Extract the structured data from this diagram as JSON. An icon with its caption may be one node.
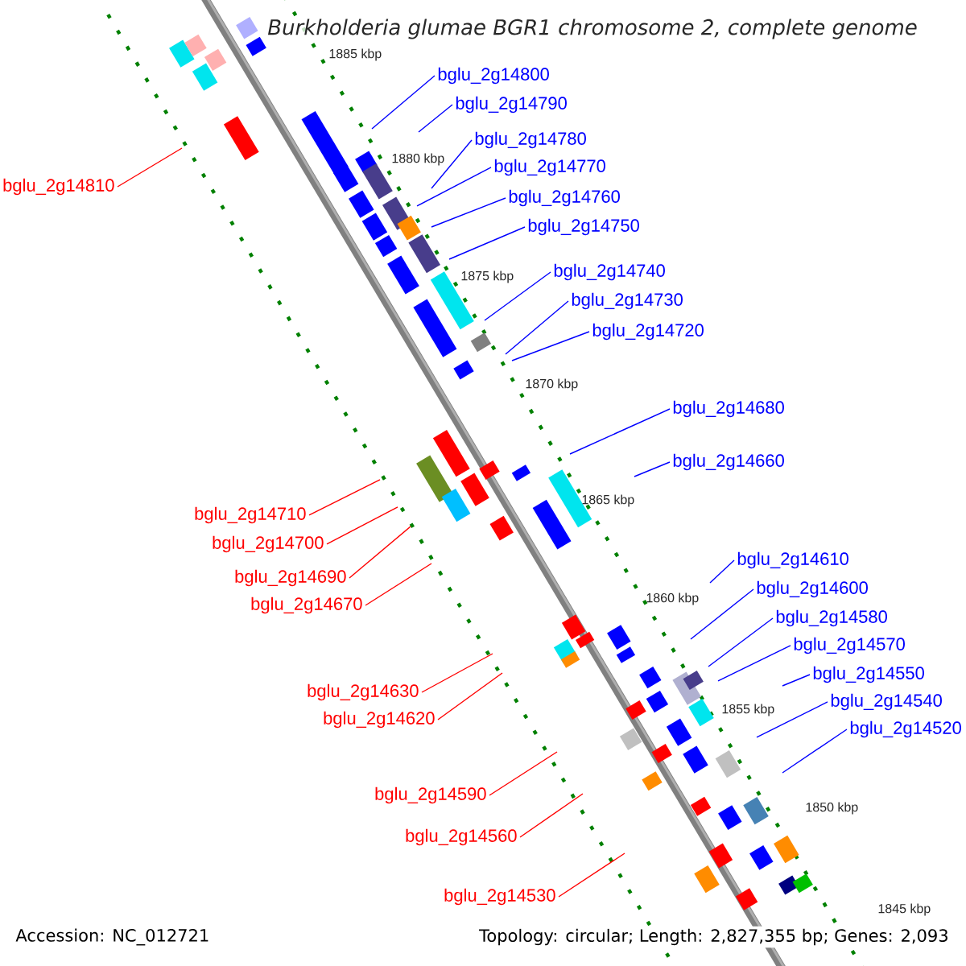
{
  "diagram": {
    "title": "Burkholderia glumae BGR1 chromosome 2, complete genome",
    "nodes": [
      {
        "text": [
          "bglu_2g14800"
        ]
      },
      {
        "text": [
          "bglu_2g14790"
        ]
      },
      {
        "text": [
          "bglu_2g14780"
        ]
      },
      {
        "text": [
          "bglu_2g14770"
        ]
      },
      {
        "text": [
          "bglu_2g14810"
        ]
      },
      {
        "text": [
          "bglu_2g14760"
        ]
      },
      {
        "text": [
          "bglu_2g14750"
        ]
      },
      {
        "text": [
          "bglu_2g14740"
        ]
      },
      {
        "text": [
          "bglu_2g14730"
        ]
      },
      {
        "text": [
          "bglu_2g14720"
        ]
      },
      {
        "text": [
          "bglu_2g14680"
        ]
      },
      {
        "text": [
          "bglu_2g14660"
        ]
      },
      {
        "text": [
          "bglu_2g14710"
        ]
      },
      {
        "text": [
          "bglu_2g14700"
        ]
      },
      {
        "text": [
          "bglu_2g14610"
        ]
      },
      {
        "text": [
          "bglu_2g14690"
        ]
      },
      {
        "text": [
          "bglu_2g14600"
        ]
      },
      {
        "text": [
          "bglu_2g14670"
        ]
      },
      {
        "text": [
          "bglu_2g14580"
        ]
      },
      {
        "text": [
          "bglu_2g14570"
        ]
      },
      {
        "text": [
          "bglu_2g14550"
        ]
      },
      {
        "text": [
          "bglu_2g14630"
        ]
      },
      {
        "text": [
          "bglu_2g14540"
        ]
      },
      {
        "text": [
          "bglu_2g14620"
        ]
      },
      {
        "text": [
          "bglu_2g14520"
        ]
      },
      {
        "text": [
          "bglu_2g14590"
        ]
      },
      {
        "text": [
          "bglu_2g14560"
        ]
      },
      {
        "text": [
          "bglu_2g14530"
        ]
      }
    ],
    "edges": [
      {
        "from": 0,
        "to": null,
        "arrow": "none"
      },
      {
        "from": 1,
        "to": null,
        "arrow": "none"
      },
      {
        "from": 2,
        "to": null,
        "arrow": "none"
      },
      {
        "from": 3,
        "to": null,
        "arrow": "none"
      },
      {
        "from": 4,
        "to": null,
        "arrow": "none",
        "color": "#ff0000"
      },
      {
        "from": 5,
        "to": null,
        "arrow": "none"
      },
      {
        "from": 6,
        "to": null,
        "arrow": "none"
      },
      {
        "from": 7,
        "to": null,
        "arrow": "none"
      },
      {
        "from": 8,
        "to": null,
        "arrow": "none"
      },
      {
        "from": 9,
        "to": null,
        "arrow": "none"
      },
      {
        "from": 10,
        "to": null,
        "arrow": "none"
      },
      {
        "from": 11,
        "to": null,
        "arrow": "none"
      },
      {
        "from": 12,
        "to": null,
        "arrow": "none",
        "color": "#ff0000"
      },
      {
        "from": 13,
        "to": null,
        "arrow": "none",
        "color": "#ff0000"
      },
      {
        "from": 14,
        "to": null,
        "arrow": "none"
      },
      {
        "from": 15,
        "to": null,
        "arrow": "none",
        "color": "#ff0000"
      },
      {
        "from": 16,
        "to": null,
        "arrow": "none"
      },
      {
        "from": 17,
        "to": null,
        "arrow": "none",
        "color": "#ff0000"
      },
      {
        "from": 18,
        "to": null,
        "arrow": "none"
      },
      {
        "from": 19,
        "to": null,
        "arrow": "none"
      },
      {
        "from": 20,
        "to": null,
        "arrow": "none"
      },
      {
        "from": 21,
        "to": null,
        "arrow": "none",
        "color": "#ff0000"
      },
      {
        "from": 22,
        "to": null,
        "arrow": "none"
      },
      {
        "from": 23,
        "to": null,
        "arrow": "none",
        "color": "#ff0000"
      },
      {
        "from": 24,
        "to": null,
        "arrow": "none"
      },
      {
        "from": 25,
        "to": null,
        "arrow": "none",
        "color": "#ff0000"
      },
      {
        "from": 26,
        "to": null,
        "arrow": "none",
        "color": "#ff0000"
      },
      {
        "from": 27,
        "to": null,
        "arrow": "none",
        "color": "#ff0000"
      }
    ],
    "labels": [
      "1885 kbp",
      "1880 kbp",
      "1875 kbp",
      "1870 kbp",
      "1865 kbp",
      "1860 kbp",
      "1855 kbp",
      "1850 kbp",
      "1845 kbp",
      "Accession: NC_012721",
      "Topology: circular; Length: 2,827,355 bp; Genes: 2,093"
    ]
  }
}
